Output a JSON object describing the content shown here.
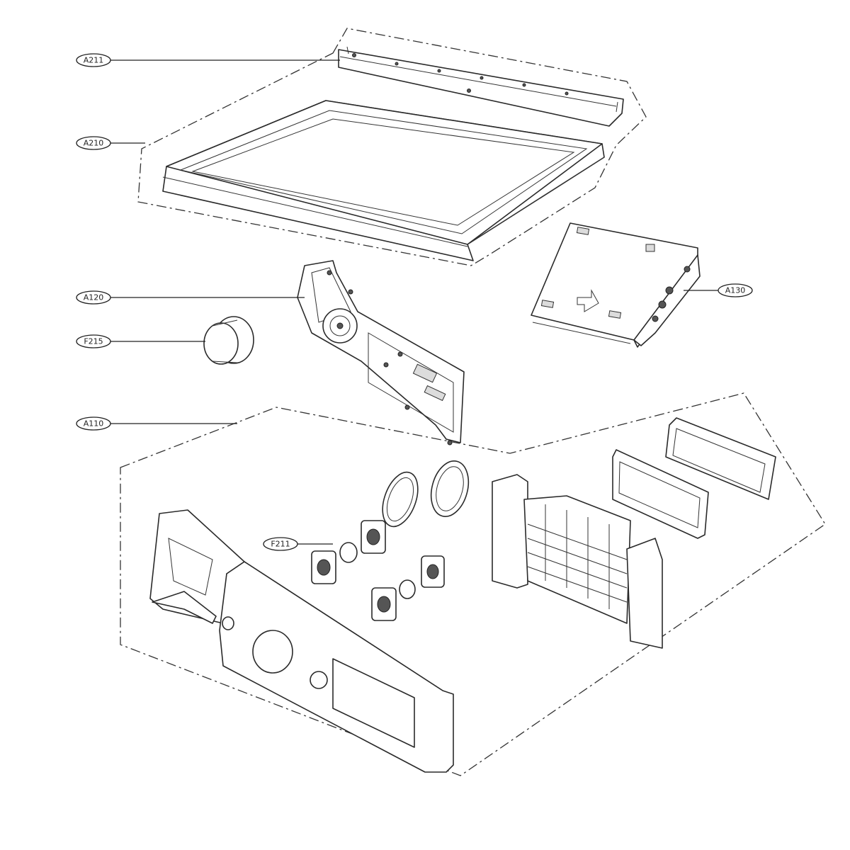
{
  "callouts": {
    "a211": "A211",
    "a210": "A210",
    "a120": "A120",
    "f215": "F215",
    "a110": "A110",
    "f211": "F211",
    "a130": "A130"
  }
}
